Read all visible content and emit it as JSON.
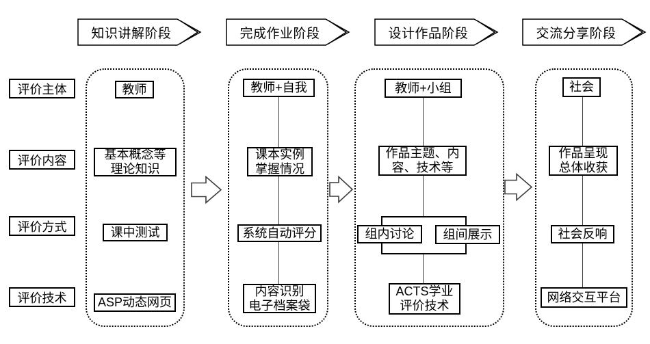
{
  "diagram": {
    "description_rows": "评价维度 × 教学阶段 流程图",
    "colors": {
      "background": "#ffffff",
      "ink": "#000000",
      "connector": "#3a3a3a"
    }
  },
  "banners": [
    {
      "label": "知识讲解阶段"
    },
    {
      "label": "完成作业阶段"
    },
    {
      "label": "设计作品阶段"
    },
    {
      "label": "交流分享阶段"
    }
  ],
  "row_labels": [
    {
      "label": "评价主体"
    },
    {
      "label": "评价内容"
    },
    {
      "label": "评价方式"
    },
    {
      "label": "评价技术"
    }
  ],
  "columns": [
    {
      "subject": "教师",
      "content": "基本概念等\n理论知识",
      "method": "课中测试",
      "technology": "ASP动态网页"
    },
    {
      "subject": "教师+自我",
      "content": "课本实例\n掌握情况",
      "method": "系统自动评分",
      "technology": "内容识别\n电子档案袋"
    },
    {
      "subject": "教师+小组",
      "content": "作品主题、内\n容、技术等",
      "method_left": "组内讨论",
      "method_right": "组间展示",
      "technology": "ACTS学业\n评价技术"
    },
    {
      "subject": "社会",
      "content": "作品呈现\n总体收获",
      "method": "社会反响",
      "technology": "网络交互平台"
    }
  ]
}
